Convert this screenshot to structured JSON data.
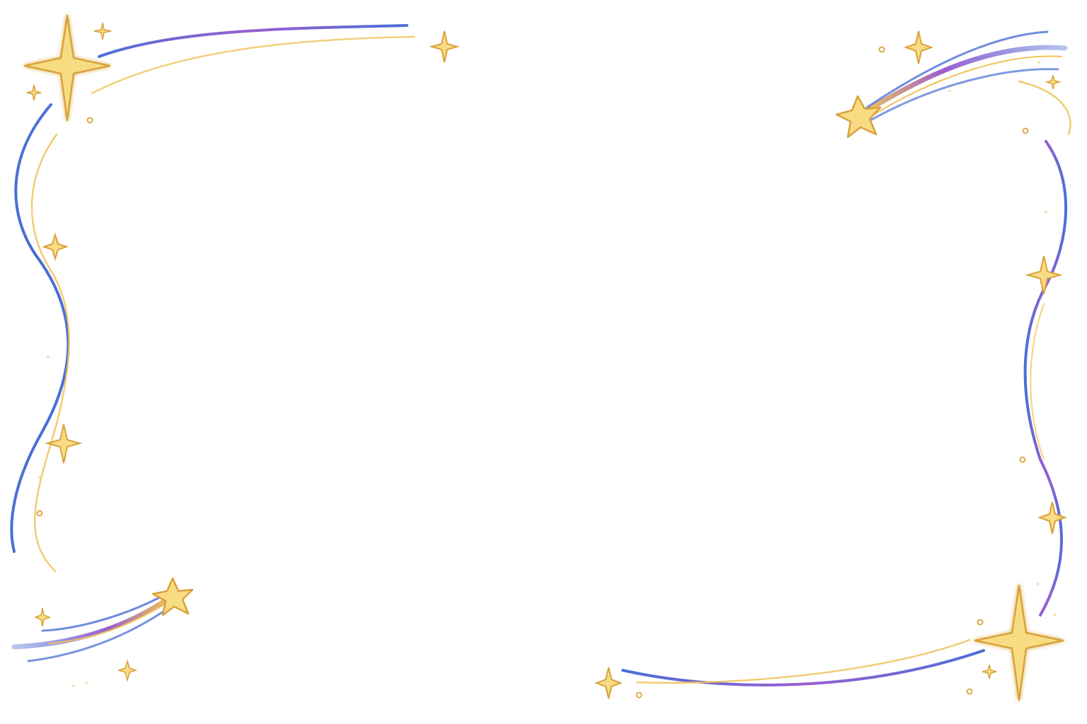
{
  "colors": {
    "background": "#ffffff",
    "blue_swirl": "#4a6fd6",
    "purple_swirl": "#9b5fd0",
    "gold_line": "#f0c35a",
    "star_fill": "#f8dc84",
    "star_outline": "#d9a23a"
  },
  "decorations": {
    "sparkle_icon": "four-point-sparkle",
    "shooting_star_icon": "five-point-shooting-star",
    "dot_icon": "small-gold-dot"
  }
}
